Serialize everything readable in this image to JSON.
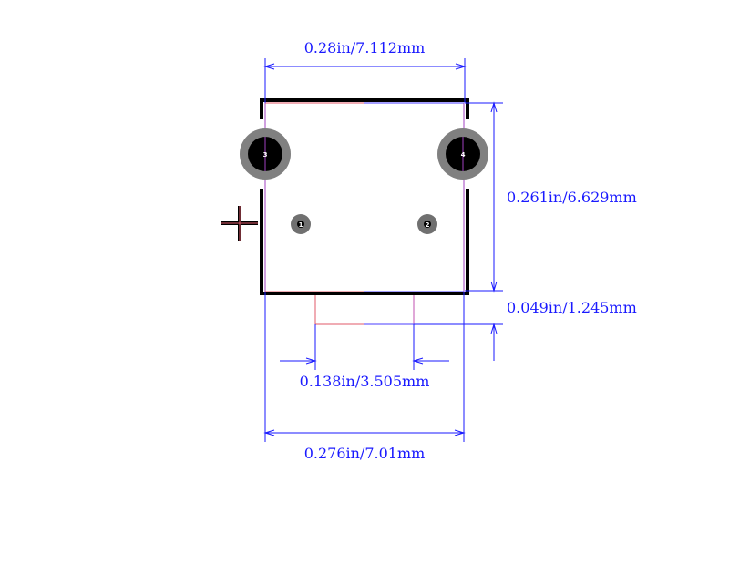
{
  "dimensions": {
    "top_width": "0.28in/7.112mm",
    "right_height": "0.261in/6.629mm",
    "right_offset": "0.049in/1.245mm",
    "pad_spacing": "0.138in/3.505mm",
    "bottom_width": "0.276in/7.01mm"
  },
  "pads": {
    "pad1": "1",
    "pad2": "2",
    "mount_left": "3",
    "mount_right": "4"
  },
  "colors": {
    "dimension": "#1a1aff",
    "silkscreen": "#000000",
    "outline": "#e05a6a",
    "pad": "#707070",
    "mount_hole": "#000000"
  }
}
